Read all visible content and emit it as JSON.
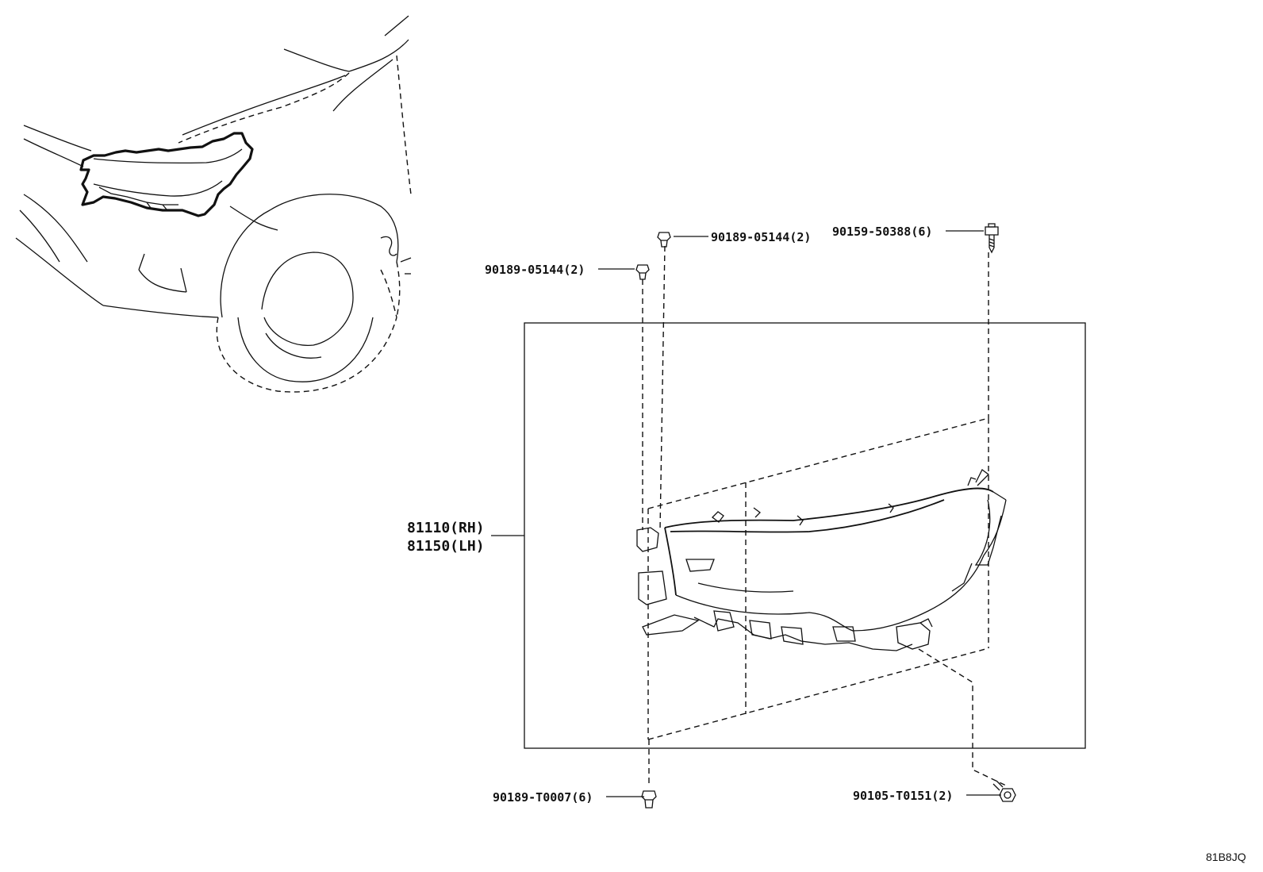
{
  "parts": {
    "clip_top_left": "90189-05144(2)",
    "clip_top_center": "90189-05144(2)",
    "screw_top_right": "90159-50388(6)",
    "headlamp_rh": "81110(RH)",
    "headlamp_lh": "81150(LH)",
    "clip_bottom": "90189-T0007(6)",
    "bolt_bottom": "90105-T0151(2)"
  },
  "diagram_code": "81B8JQ",
  "icons": {
    "clip": "push-clip-icon",
    "screw": "tapping-screw-icon",
    "bolt": "flange-bolt-icon"
  }
}
